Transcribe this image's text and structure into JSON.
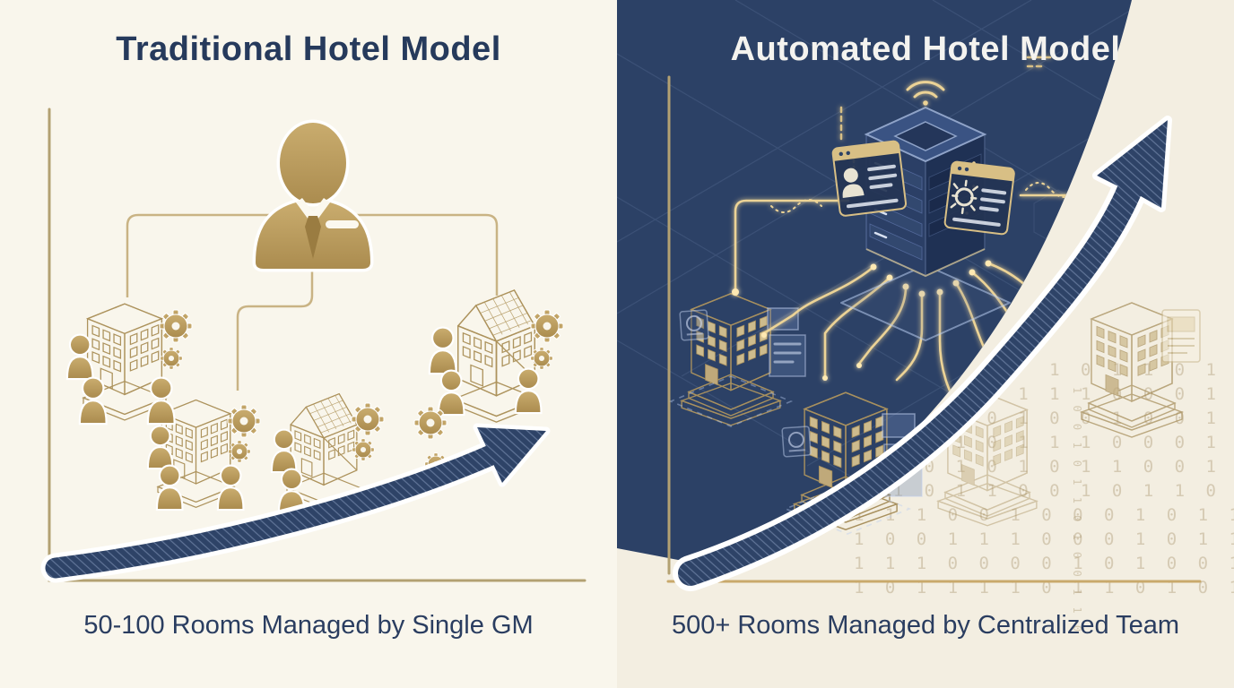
{
  "page": {
    "type": "comparison-infographic",
    "topic": "Traditional vs automated hotel management"
  },
  "left_panel": {
    "title": "Traditional Hotel Model",
    "caption": "50-100 Rooms Managed by Single GM",
    "icons": [
      "general-manager-icon",
      "org-connector-lines",
      "hotel-building-icon",
      "staff-person-icon",
      "gear-icon",
      "axis-lines",
      "growth-arrow-icon"
    ]
  },
  "right_panel": {
    "title": "Automated Hotel Model",
    "caption": "500+ Rooms Managed by Centralized Team",
    "icons": [
      "central-server-icon",
      "wifi-icon",
      "admin-card-icon",
      "settings-card-icon",
      "circuit-trace-lines",
      "hotel-building-icon",
      "growth-arrow-icon",
      "binary-code-backdrop"
    ],
    "binary_rows": [
      "1 0 1 1 0 1",
      "0 1 1 1 0 0 0 1",
      "1 0 1 0 0 1 0 0 1",
      "0 1 1 0 1 1 1 0 0 0 1",
      "1 0 0 1 0 1 0 1 1 0 0 1",
      "0 1 0 1 1 0 0 1 0 1 1 0",
      "1 1 1 0 0 1 0 0 0 1 0 1 1 0 1 0 0 1 1 0",
      "1 0 0 1 1 1 0 0 0 1 0 1 1 0 1 0 0 1 1 0 1 0",
      "1 1 1 0 0 0 0 1 0 1 0 0 1 1 0 1 0 0 0 1",
      "1 0 1 1 1 1 0 1 1 0 1 0 1 0 0 0 1 1 1 0 0 1"
    ],
    "binary_column": "1 0 0 1 0 1 1 0 1 0 0 1 1 0"
  },
  "colors": {
    "navy": "#2c4166",
    "title_navy": "#263a5c",
    "cream_left": "#f9f6ec",
    "cream_right": "#f3eee1",
    "gold": "#b39862",
    "gold_bright": "#ecd396",
    "ivory_building": "#f5efdd",
    "arrow_navy": "#2e4367",
    "white": "#ffffff"
  }
}
